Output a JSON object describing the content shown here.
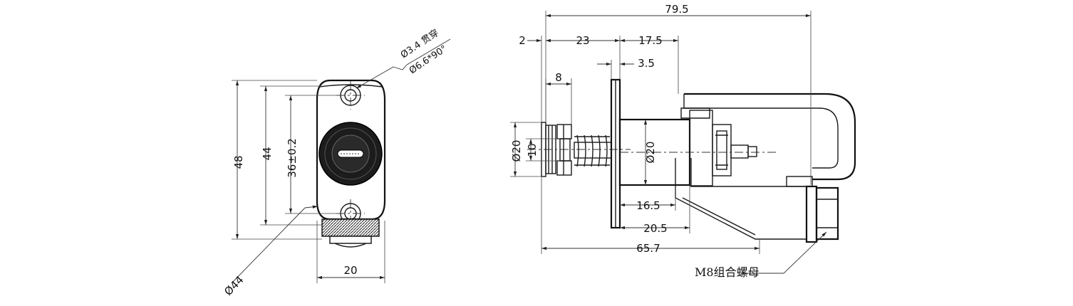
{
  "front_view": {
    "dim_hole": "Ø3.4 贯穿",
    "dim_countersink": "Ø6.6*90°",
    "dim_height_48": "48",
    "dim_height_44": "44",
    "dim_hole_pitch": "36±0.2",
    "dim_width": "20",
    "dim_diameter": "Ø44"
  },
  "side_view": {
    "dim_total_length": "79.5",
    "dim_2": "2",
    "dim_23": "23",
    "dim_17_5": "17.5",
    "dim_3_5": "3.5",
    "dim_8": "8",
    "dim_head_dia": "Ø20",
    "dim_10": "10",
    "dim_body_dia": "Ø20",
    "dim_16_5": "16.5",
    "dim_20_5": "20.5",
    "dim_65_7": "65.7",
    "nut_label": "M8组合螺母"
  }
}
